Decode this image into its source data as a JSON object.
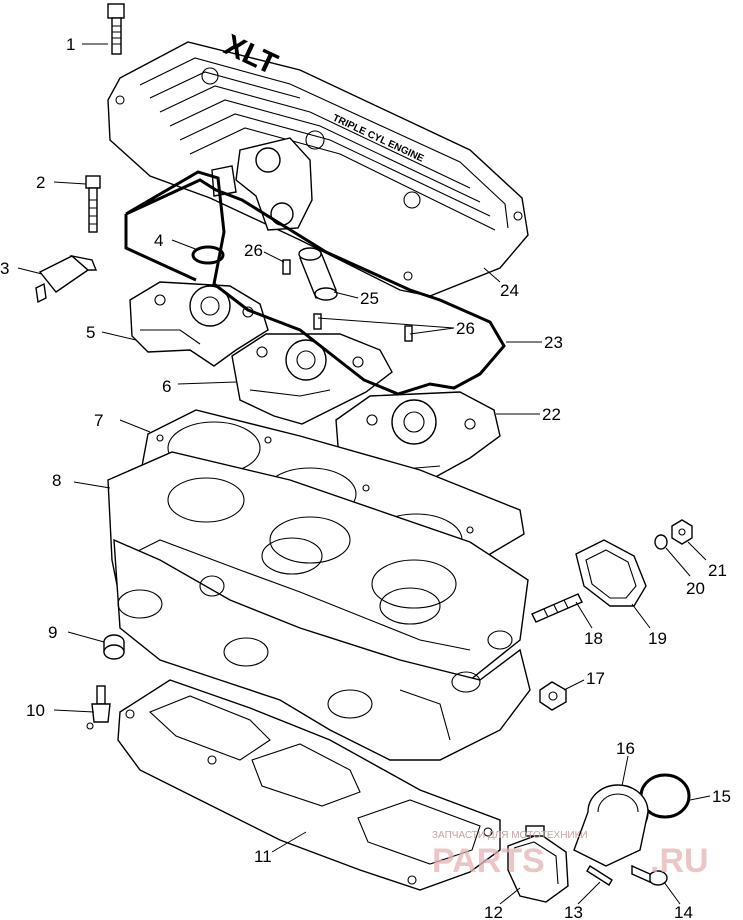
{
  "cover_logo": "XLT",
  "cover_lettering": "TRIPLE CYL ENGINE",
  "callouts": [
    {
      "id": "c1",
      "label": "1"
    },
    {
      "id": "c2",
      "label": "2"
    },
    {
      "id": "c3",
      "label": "3"
    },
    {
      "id": "c4",
      "label": "4"
    },
    {
      "id": "c5",
      "label": "5"
    },
    {
      "id": "c6",
      "label": "6"
    },
    {
      "id": "c7",
      "label": "7"
    },
    {
      "id": "c8",
      "label": "8"
    },
    {
      "id": "c9",
      "label": "9"
    },
    {
      "id": "c10",
      "label": "10"
    },
    {
      "id": "c11",
      "label": "11"
    },
    {
      "id": "c12",
      "label": "12"
    },
    {
      "id": "c13",
      "label": "13"
    },
    {
      "id": "c14",
      "label": "14"
    },
    {
      "id": "c15",
      "label": "15"
    },
    {
      "id": "c16",
      "label": "16"
    },
    {
      "id": "c17",
      "label": "17"
    },
    {
      "id": "c18",
      "label": "18"
    },
    {
      "id": "c19",
      "label": "19"
    },
    {
      "id": "c20",
      "label": "20"
    },
    {
      "id": "c21",
      "label": "21"
    },
    {
      "id": "c22",
      "label": "22"
    },
    {
      "id": "c23",
      "label": "23"
    },
    {
      "id": "c24",
      "label": "24"
    },
    {
      "id": "c25",
      "label": "25"
    },
    {
      "id": "c26a",
      "label": "26"
    },
    {
      "id": "c26b",
      "label": "26"
    }
  ],
  "watermark": {
    "line": "ЗАПЧАСТИ ДЛЯ МОТОТЕХНИКИ",
    "logo_left": "PARTS",
    "logo_right": ".RU"
  },
  "colors": {
    "ink": "#000000",
    "watermark": "#e6b3b3"
  }
}
